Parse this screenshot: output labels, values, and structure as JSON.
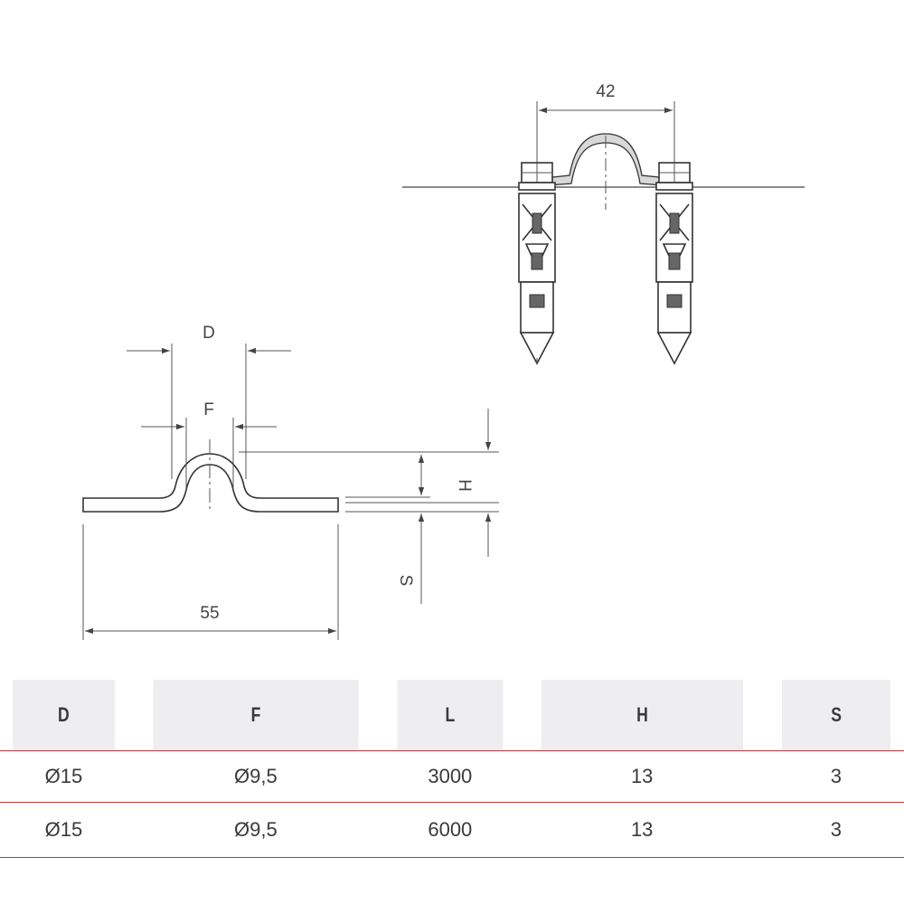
{
  "drawing": {
    "dim_width_top": "42",
    "dim_length": "55",
    "label_D": "D",
    "label_F": "F",
    "label_H": "H",
    "label_S": "S"
  },
  "table": {
    "headers": [
      "D",
      "F",
      "L",
      "H",
      "S"
    ],
    "rows": [
      [
        "Ø15",
        "Ø9,5",
        "3000",
        "13",
        "3"
      ],
      [
        "Ø15",
        "Ø9,5",
        "6000",
        "13",
        "3"
      ]
    ]
  },
  "colors": {
    "line": "#444444",
    "header_bg": "#eeeef0",
    "row_divider": "#c8343c"
  }
}
